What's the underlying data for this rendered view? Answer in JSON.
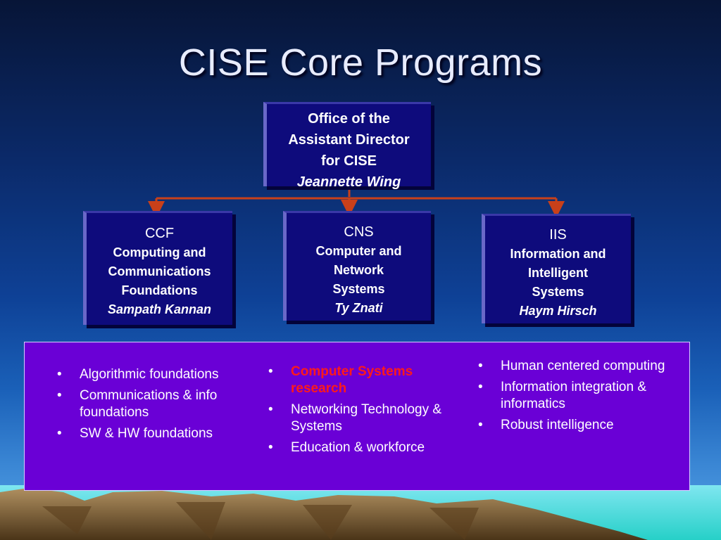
{
  "title": "CISE Core Programs",
  "colors": {
    "box_fill": "#0e0b7c",
    "panel_fill": "#6a00d6",
    "connector": "#c8401a",
    "highlight_text": "#ff1a1a"
  },
  "org": {
    "top": {
      "lines": [
        "Office of the",
        "Assistant Director",
        "for CISE"
      ],
      "person": "Jeannette Wing"
    },
    "divisions": [
      {
        "abbr": "CCF",
        "name_lines": [
          "Computing and",
          "Communications",
          "Foundations"
        ],
        "person": "Sampath Kannan",
        "programs": [
          {
            "text": "Algorithmic foundations",
            "highlight": false
          },
          {
            "text": "Communications & info foundations",
            "highlight": false
          },
          {
            "text": "SW & HW foundations",
            "highlight": false
          }
        ]
      },
      {
        "abbr": "CNS",
        "name_lines": [
          "Computer and",
          "Network",
          "Systems"
        ],
        "person": "Ty Znati",
        "programs": [
          {
            "text": "Computer Systems research",
            "highlight": true
          },
          {
            "text": "Networking Technology & Systems",
            "highlight": false
          },
          {
            "text": "Education & workforce",
            "highlight": false
          }
        ]
      },
      {
        "abbr": "IIS",
        "name_lines": [
          "Information and",
          "Intelligent",
          "Systems"
        ],
        "person": "Haym Hirsch",
        "programs": [
          {
            "text": "Human centered computing",
            "highlight": false
          },
          {
            "text": "Information integration & informatics",
            "highlight": false
          },
          {
            "text": "Robust intelligence",
            "highlight": false
          }
        ]
      }
    ]
  },
  "bullet_char": "•"
}
